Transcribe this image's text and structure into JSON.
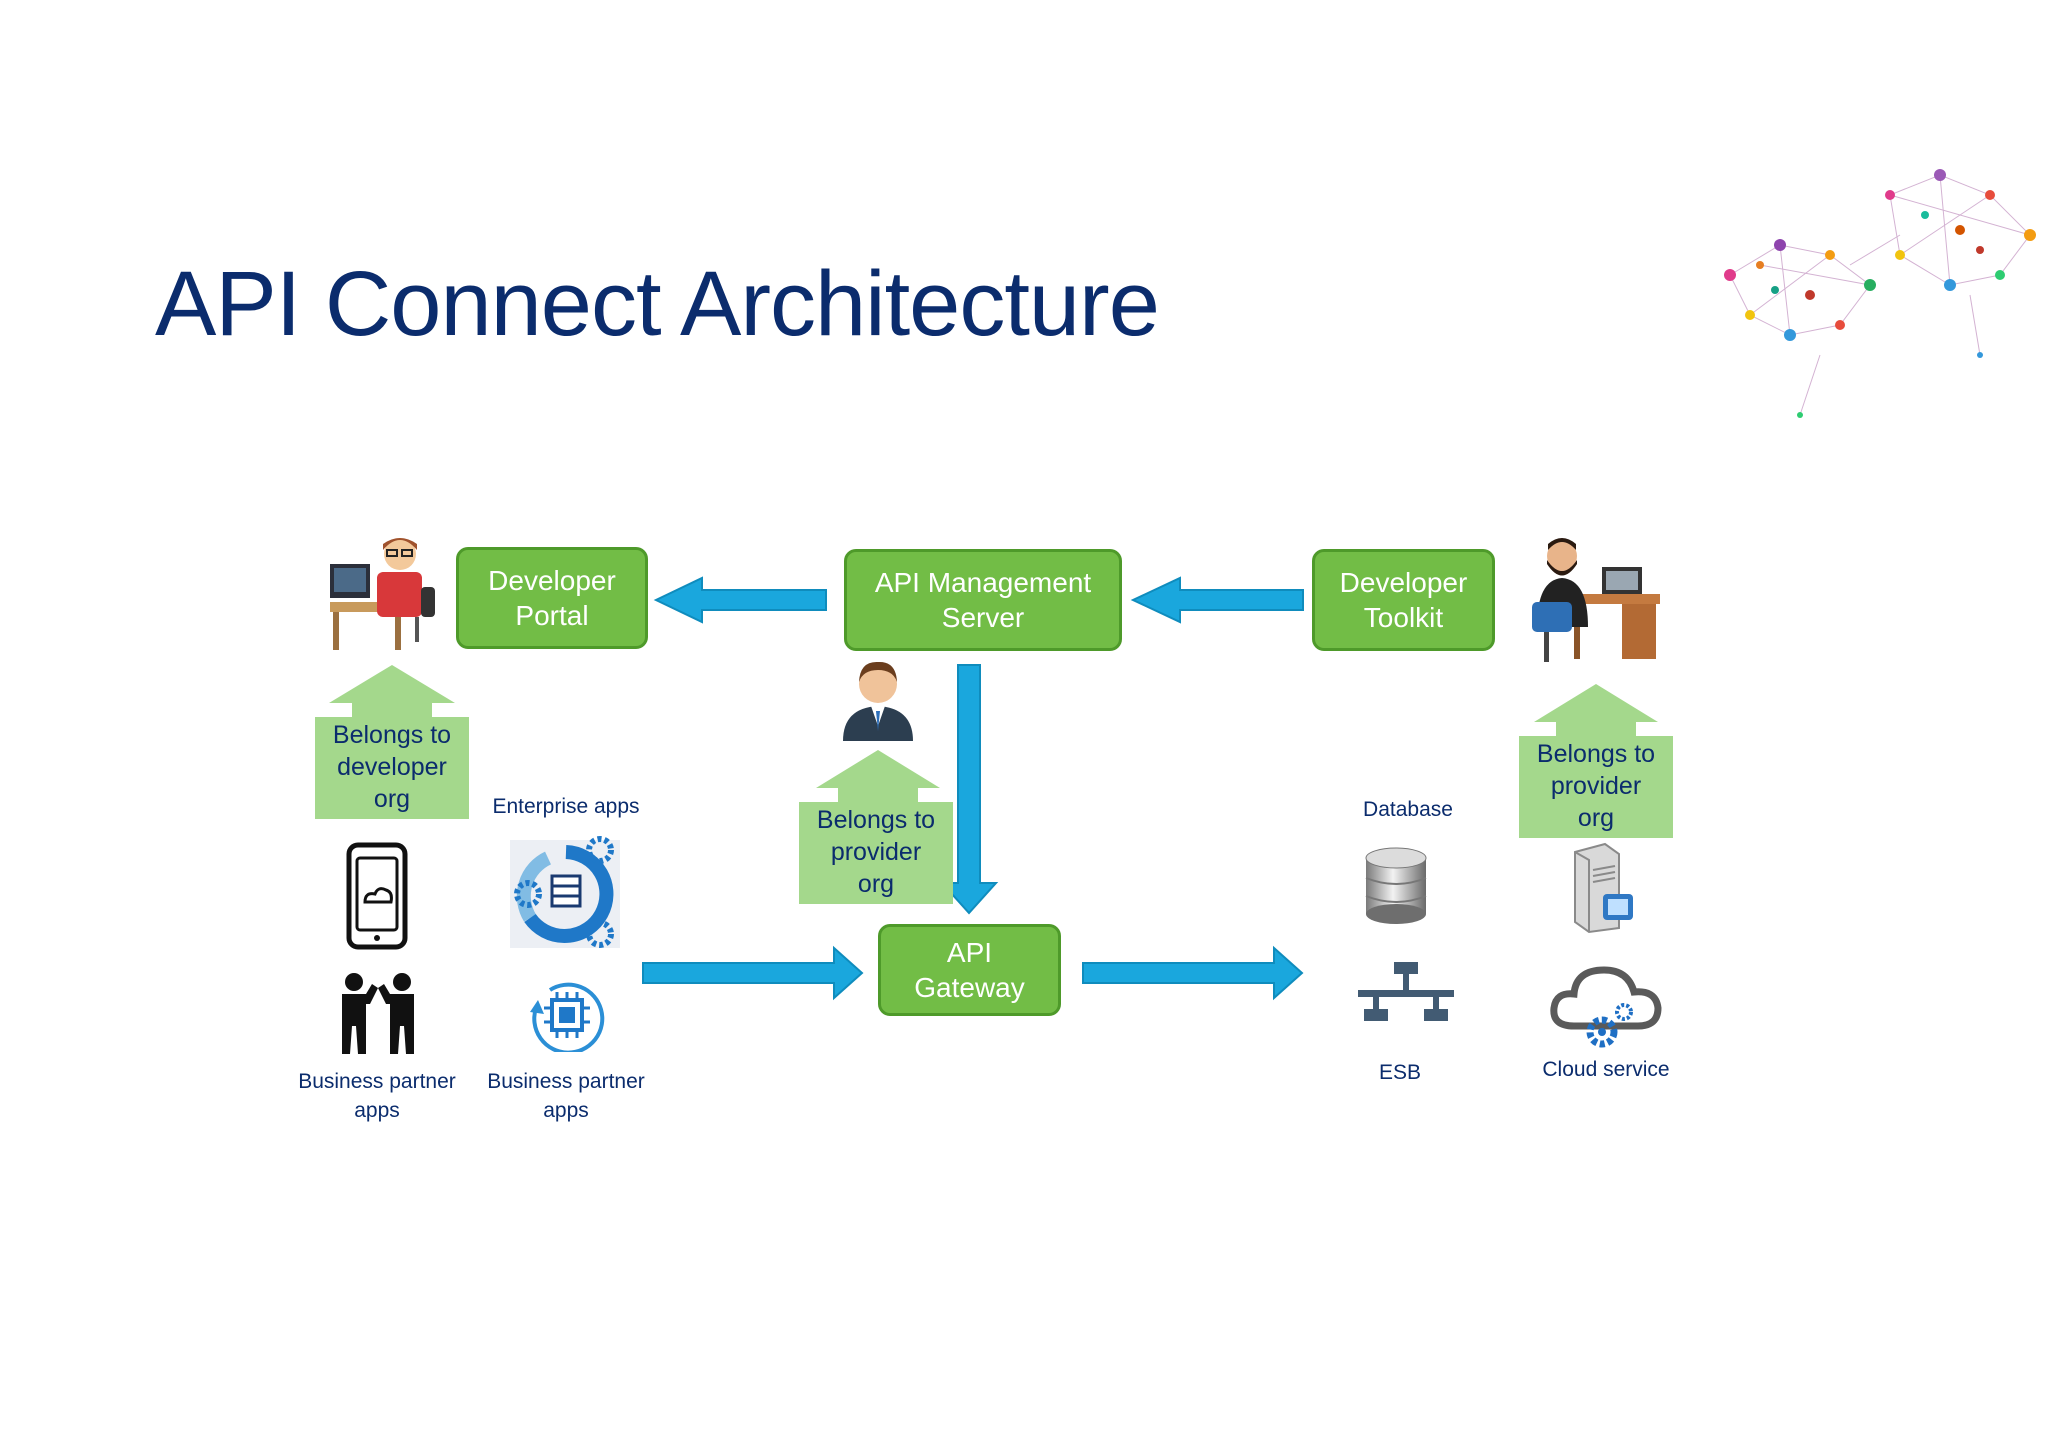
{
  "title": "API Connect Architecture",
  "colors": {
    "title": "#0b2c6d",
    "box_fill": "#72bd46",
    "box_border": "#4e9a2a",
    "tag_fill": "#a4d88c",
    "arrow": "#1aa7dd",
    "label": "#0b2c6d"
  },
  "components": {
    "developer_portal": "Developer\nPortal",
    "api_management_server": "API Management\nServer",
    "developer_toolkit": "Developer\nToolkit",
    "api_gateway": "API\nGateway"
  },
  "tags": {
    "developer_org": "Belongs to\ndeveloper\norg",
    "provider_org_center": "Belongs to\nprovider\norg",
    "provider_org_right": "Belongs to\nprovider\norg"
  },
  "labels": {
    "enterprise_apps": "Enterprise apps",
    "business_partner_apps_left": "Business partner\napps",
    "business_partner_apps_right": "Business partner\napps",
    "database": "Database",
    "esb": "ESB",
    "cloud_service": "Cloud service"
  },
  "icons": [
    "app-developer-icon",
    "api-provider-icon",
    "api-developer-icon",
    "smartphone-icon",
    "partners-icon",
    "enterprise-gears-icon",
    "chip-icon",
    "database-icon",
    "esb-network-icon",
    "server-icon",
    "cloud-service-icon",
    "brain-network-icon"
  ]
}
